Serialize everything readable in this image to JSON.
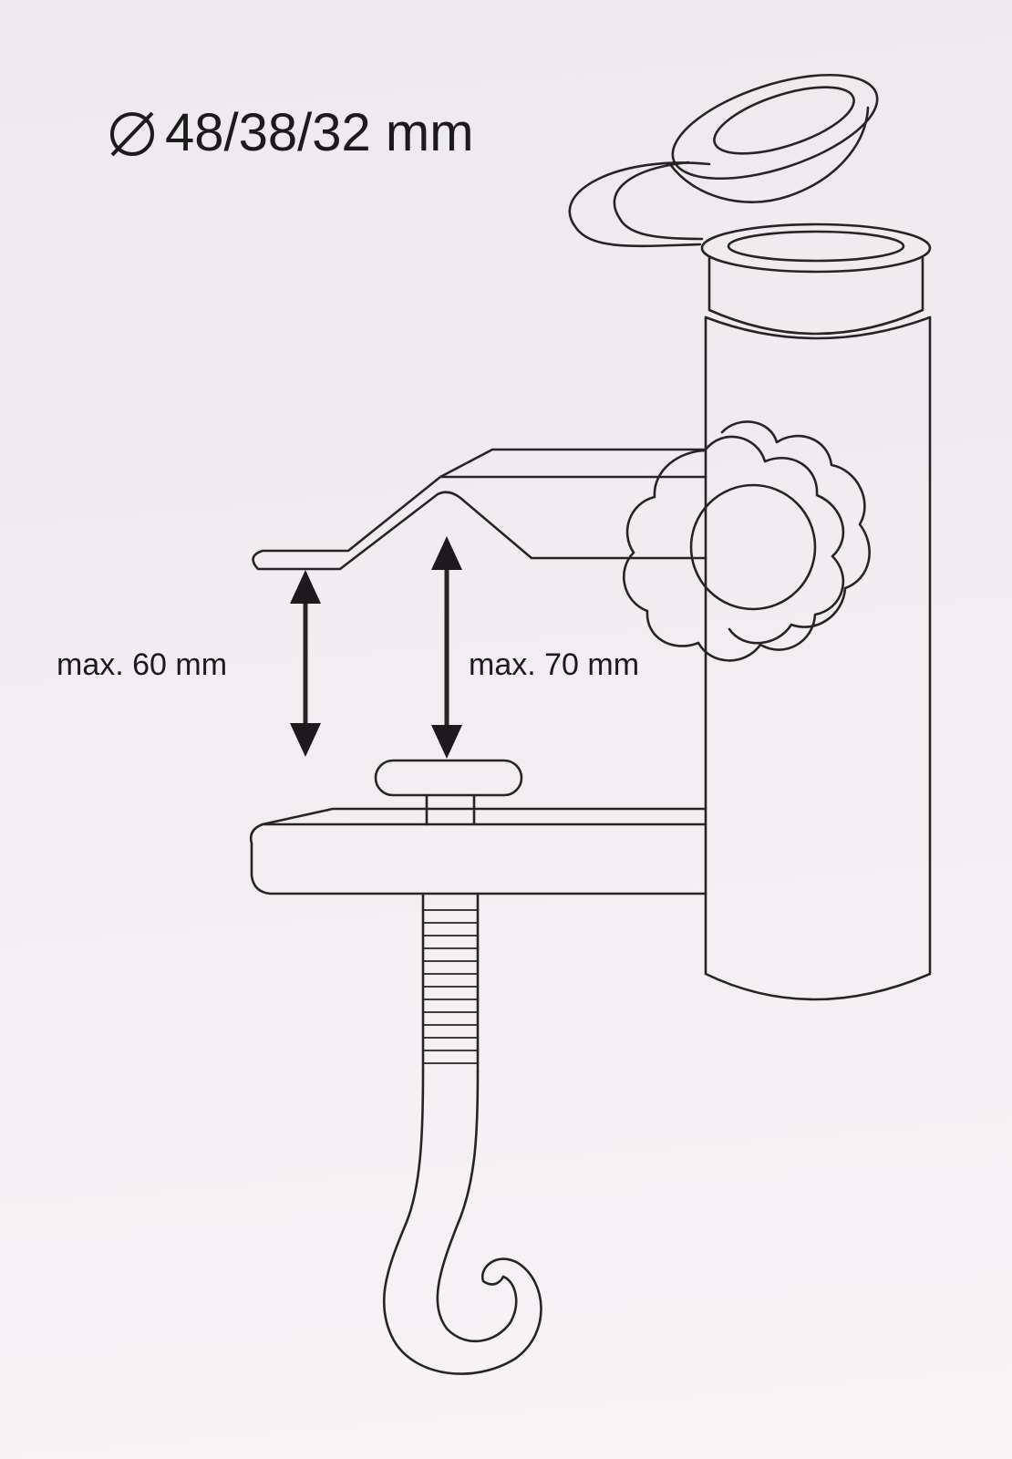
{
  "diameter_label": "48/38/32 mm",
  "max_left_label": "max. 60 mm",
  "max_right_label": "max. 70 mm",
  "icons": {
    "diameter": "diameter-symbol"
  },
  "colors": {
    "line": "#2a2326",
    "background": "#eeecef"
  }
}
